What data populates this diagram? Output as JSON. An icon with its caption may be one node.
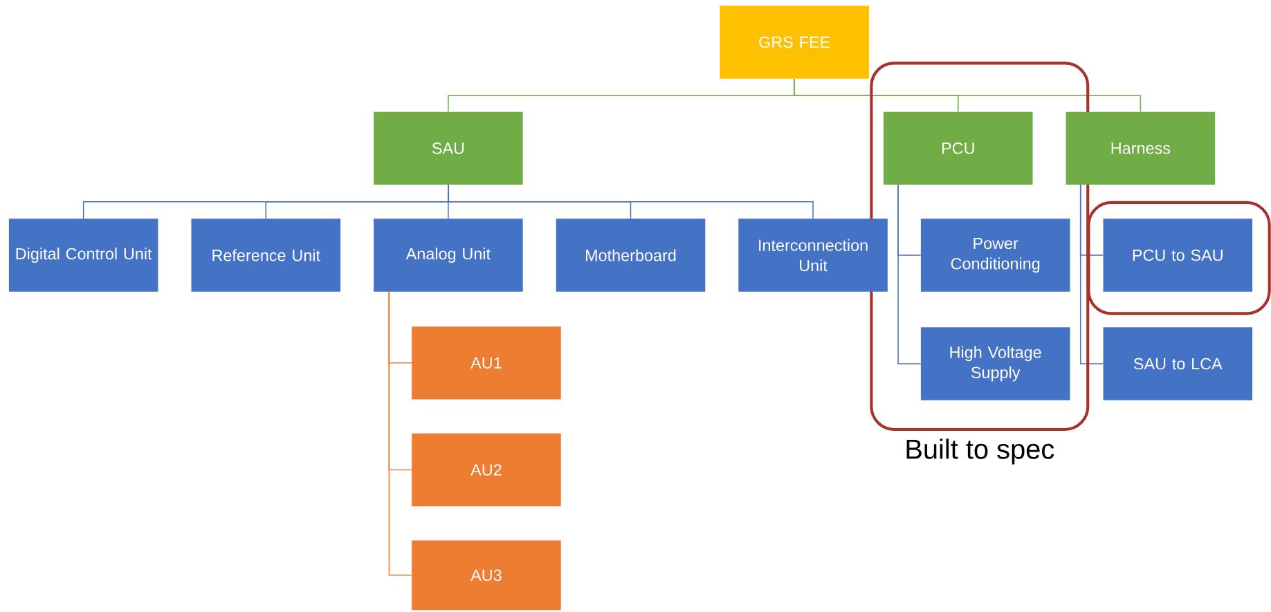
{
  "diagram": {
    "nodes": [
      {
        "text": [
          "GRS FEE"
        ]
      },
      {
        "text": [
          "SAU"
        ]
      },
      {
        "text": [
          "Built to spec"
        ]
      },
      {
        "text": [
          "PCU"
        ],
        "in": 2
      },
      {
        "text": [
          "Harness"
        ]
      },
      {
        "text": [
          "Digital Control Unit"
        ]
      },
      {
        "text": [
          "Reference Unit"
        ]
      },
      {
        "text": [
          "Analog Unit"
        ]
      },
      {
        "text": [
          "Motherboard"
        ]
      },
      {
        "text": [
          "Interconnection Unit"
        ]
      },
      {
        "text": [
          "Power Conditioning"
        ],
        "in": 2
      },
      {
        "text": [],
        "shape": "box"
      },
      {
        "text": [
          "PCU to SAU"
        ],
        "in": 11
      },
      {
        "text": [
          "High Voltage Supply"
        ],
        "in": 2
      },
      {
        "text": [
          "SAU to LCA"
        ]
      },
      {
        "text": [
          "AU1"
        ]
      },
      {
        "text": [
          "AU2"
        ]
      },
      {
        "text": [
          "AU3"
        ]
      }
    ],
    "edges": [
      {
        "from": 0,
        "to": 1,
        "arrow": "none",
        "color": "#70ad47"
      },
      {
        "from": 0,
        "to": 3,
        "arrow": "none",
        "color": "#70ad47"
      },
      {
        "from": 0,
        "to": 4,
        "arrow": "none",
        "color": "#70ad47"
      },
      {
        "from": 1,
        "to": 5,
        "arrow": "none"
      },
      {
        "from": 1,
        "to": 6,
        "arrow": "none"
      },
      {
        "from": 1,
        "to": 7,
        "arrow": "none"
      },
      {
        "from": 1,
        "to": 8,
        "arrow": "none"
      },
      {
        "from": 1,
        "to": 9,
        "arrow": "none"
      },
      {
        "from": 3,
        "to": 10,
        "arrow": "none"
      },
      {
        "from": 3,
        "to": 13,
        "arrow": "none"
      },
      {
        "from": 4,
        "to": 12,
        "arrow": "none"
      },
      {
        "from": 4,
        "to": 14,
        "arrow": "none"
      },
      {
        "from": 7,
        "to": 15,
        "arrow": "none",
        "color": "#ed7d31"
      },
      {
        "from": 7,
        "to": 16,
        "arrow": "none",
        "color": "#ed7d31"
      },
      {
        "from": 7,
        "to": 17,
        "arrow": "none",
        "color": "#ed7d31"
      }
    ]
  }
}
